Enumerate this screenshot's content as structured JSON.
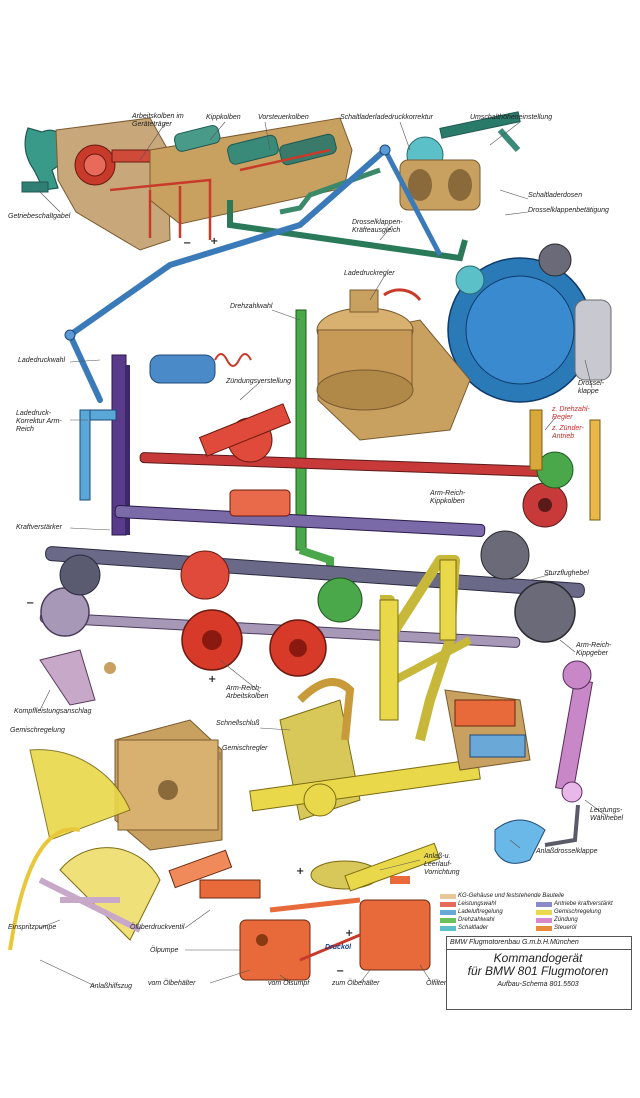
{
  "labels": {
    "getriebeschaltgabel": "Getriebeschaltgabel",
    "arbeitskolben_traeger": "Arbeitskolben im Geräteträger",
    "kippkolben": "Kippkolben",
    "vorsteuerkolben": "Vorsteuerkolben",
    "schaltlader_korrektur": "Schaltladerladedruckkorrektur",
    "umschalthoehe": "Umschalthöheneinstellung",
    "schaltladerdosen": "Schaltladerdosen",
    "drosselklappen_betaetigung": "Drosselklappenbetätigung",
    "drosselklappen_kraft": "Drosselklappen-Kräfteausgleich",
    "ladedruckregler": "Ladedruckregler",
    "drehzahlwahl": "Drehzahlwahl",
    "ladedruckwahl": "Ladedruckwahl",
    "zuendungsverstellung": "Zündungsverstellung",
    "drosselklappe": "Drossel-klappe",
    "ladedruck_korrektur": "Ladedruck-Korrektur Arm-Reich",
    "drehzahl_regler": "z. Drehzahl-Regler",
    "zuender_antrieb": "z. Zünder-Antrieb",
    "arm_reich_kippkolben": "Arm-Reich-Kippkolben",
    "kraftverstaerker": "Kraftverstärker",
    "sturzflughebel": "Sturzflughebel",
    "arm_reich_kippgeber": "Arm-Reich-Kippgeber",
    "arm_reich_arbeitskolben": "Arm-Reich-Arbeitskolben",
    "kompflleistungsanschlag": "Kompflleistungsanschlag",
    "schnellschluss": "Schnellschluß",
    "gemischregelung": "Gemischregelung",
    "gemischregler": "Gemischregler",
    "leistungswaehlhebel": "Leistungs-Wählhebel",
    "anlassdrosselklappe": "Anlaßdrosselklappe",
    "anlass_leerlauf": "Anlaß-u. Leerlauf-Vorrichtung",
    "einspritzpumpe": "Einspritzpumpe",
    "oeluberdruckventil": "Ölüberdruckventil",
    "oelpumpe": "Ölpumpe",
    "druckoel": "Drucköl",
    "vom_oelbehaelter": "vom Ölbehälter",
    "vom_oelsumpf": "vom Ölsumpf",
    "zum_oelbehaelter": "zum Ölbehälter",
    "oelfilter": "Ölfilter",
    "anlasshilfszug": "Anlaßhilfszug"
  },
  "legend": [
    {
      "label": "KG-Gehäuse und feststehende Bauteile",
      "color": "#e8c89a"
    },
    {
      "label": "Leistungswahl",
      "color": "#e86a5a"
    },
    {
      "label": "Ladeluftregelung",
      "color": "#6aa8d8"
    },
    {
      "label": "Drehzahlwahl",
      "color": "#6cbf5a"
    },
    {
      "label": "Schaltlader",
      "color": "#5cc0c8"
    },
    {
      "label": "Antriebe kraftverstärkt",
      "color": "#8a8ac8"
    },
    {
      "label": "Gemischregelung",
      "color": "#e8d84a"
    },
    {
      "label": "Zündung",
      "color": "#d888c8"
    },
    {
      "label": "Steueröl",
      "color": "#e88a3a"
    }
  ],
  "title_block": {
    "maker": "BMW Flugmotorenbau G.m.b.H.München",
    "title_line1": "Kommandogerät",
    "title_line2": "für BMW 801 Flugmotoren",
    "scheme": "Aufbau-Schema 801.5503"
  },
  "signs": {
    "plus": "+",
    "minus": "−"
  }
}
